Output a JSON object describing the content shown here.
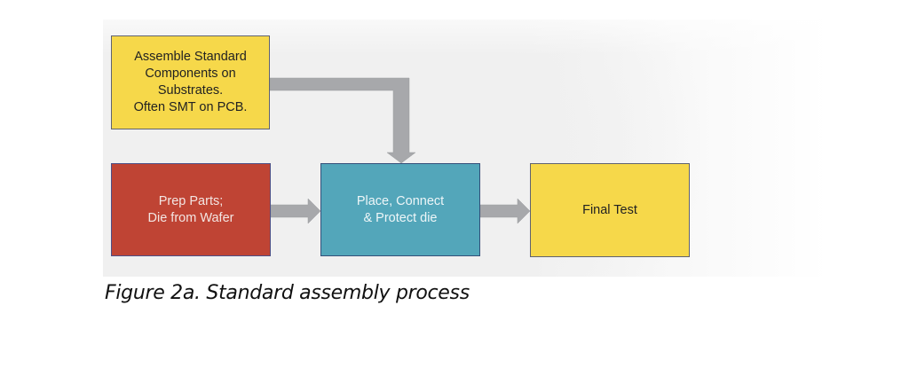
{
  "diagram": {
    "type": "process-flowchart",
    "nodes": [
      {
        "id": "assemble",
        "label": "Assemble Standard\nComponents on\nSubstrates.\nOften SMT on PCB.",
        "color": "#f6d84a"
      },
      {
        "id": "prep",
        "label": "Prep Parts;\nDie from Wafer",
        "color": "#bf4434"
      },
      {
        "id": "place",
        "label": "Place, Connect\n& Protect die",
        "color": "#53a6ba"
      },
      {
        "id": "final",
        "label": "Final Test",
        "color": "#f6d84a"
      }
    ],
    "edges": [
      {
        "from": "assemble",
        "to": "place",
        "style": "elbow"
      },
      {
        "from": "prep",
        "to": "place",
        "style": "straight"
      },
      {
        "from": "place",
        "to": "final",
        "style": "straight"
      }
    ],
    "arrow_color": "#a7a8ab"
  },
  "caption": "Figure 2a. Standard assembly process"
}
